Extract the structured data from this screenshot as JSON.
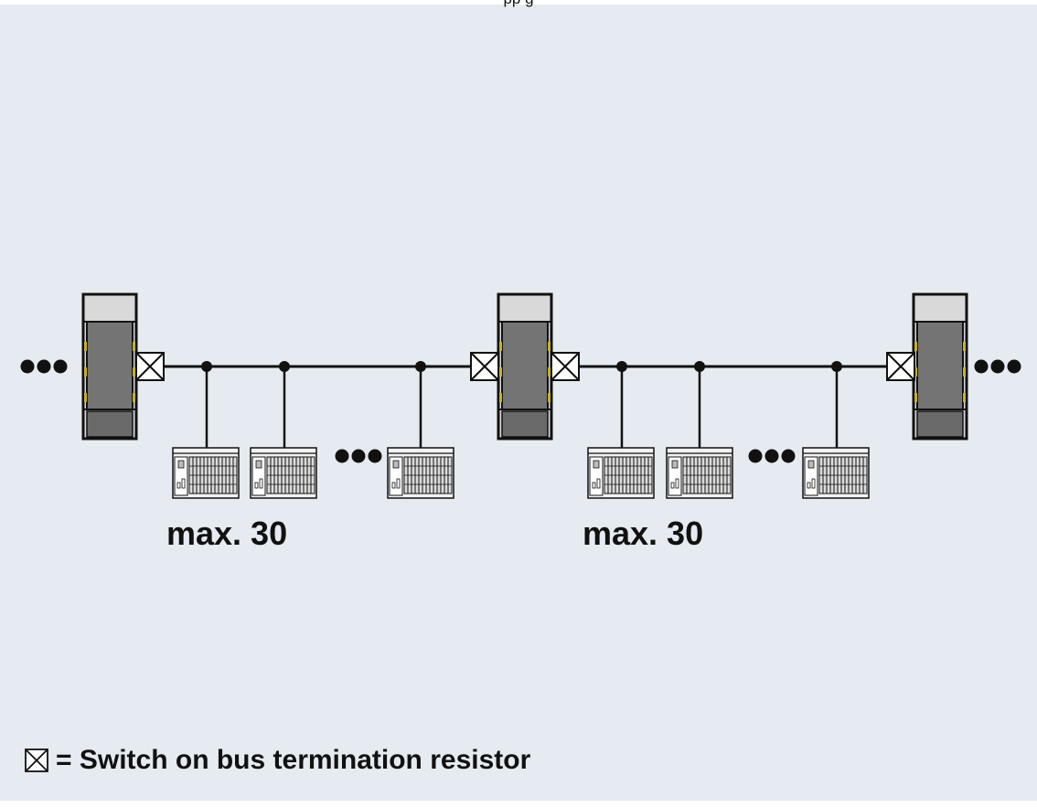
{
  "header": {
    "caption": "pp         g"
  },
  "groups": [
    {
      "count_label": "max. 30"
    },
    {
      "count_label": "max. 30"
    }
  ],
  "legend": {
    "symbol": "termination-switch-icon",
    "text": "= Switch on bus termination resistor"
  },
  "colors": {
    "background": "#e5ebf0",
    "line": "#111111",
    "device_dark": "#747474",
    "device_light": "#d9d9d9",
    "indicator": "#c9b020"
  }
}
